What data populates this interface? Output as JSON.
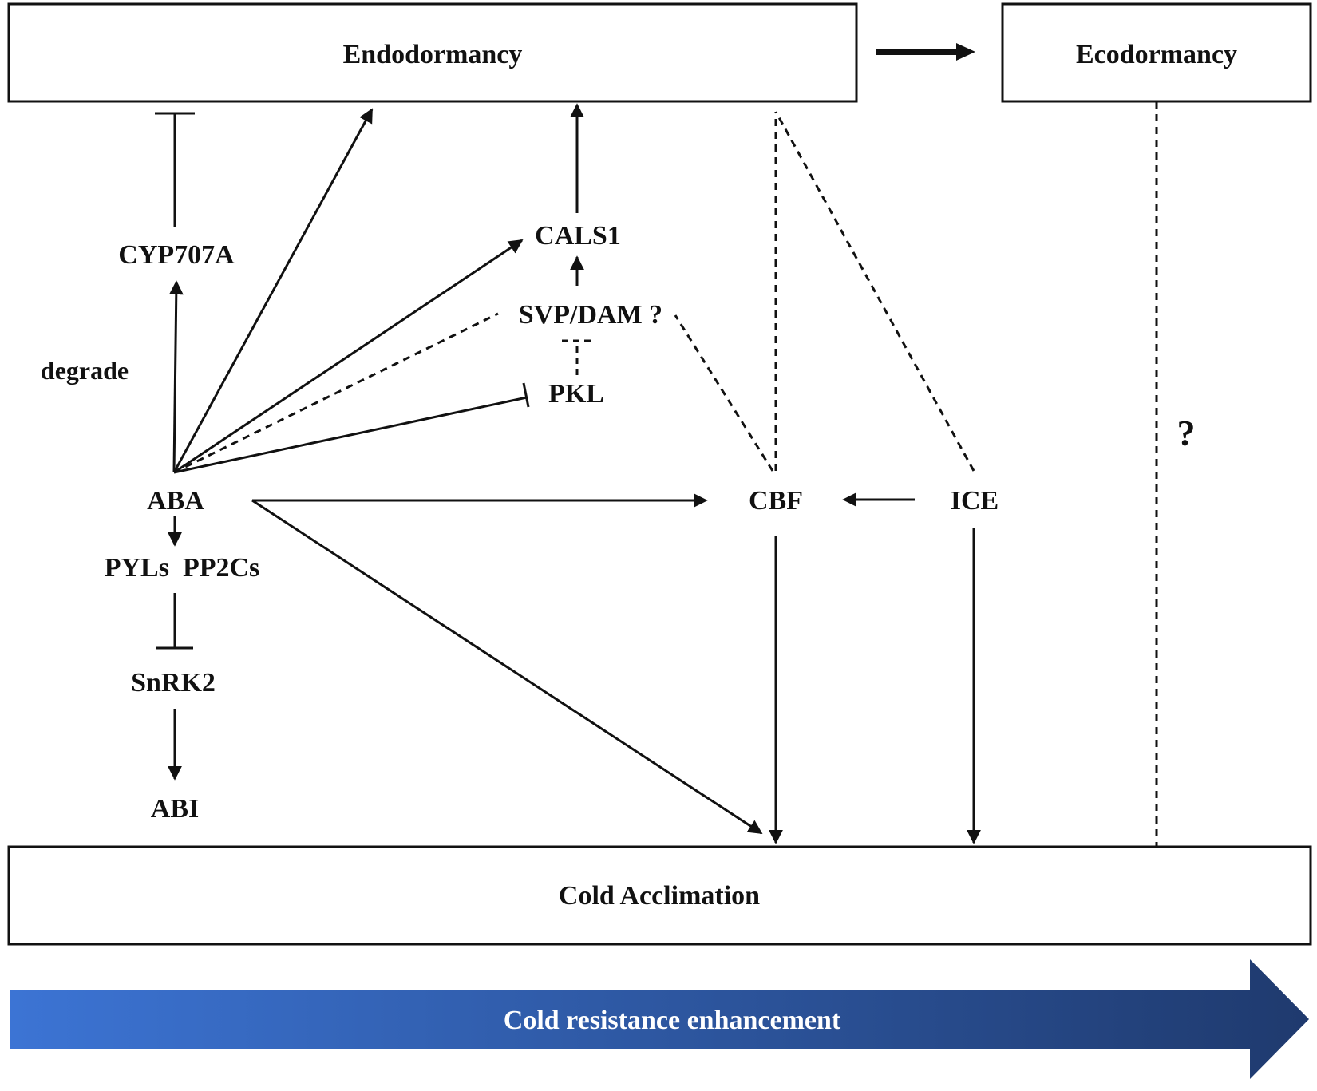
{
  "phases": {
    "endodormancy": "Endodormancy",
    "ecodormancy": "Ecodormancy",
    "cold_acclimation": "Cold Acclimation"
  },
  "nodes": {
    "cyp707a": "CYP707A",
    "degrade": "degrade",
    "aba": "ABA",
    "pyls_pp2cs": "PYLs  PP2Cs",
    "snrk2": "SnRK2",
    "abi": "ABI",
    "cals1": "CALS1",
    "svp_dam": "SVP/DAM ?",
    "pkl": "PKL",
    "cbf": "CBF",
    "ice": "ICE",
    "unknown_link": "?"
  },
  "banner": {
    "text": "Cold resistance enhancement",
    "color_start": "#3c74d4",
    "color_end": "#1f3a6e",
    "text_color": "#ffffff"
  }
}
